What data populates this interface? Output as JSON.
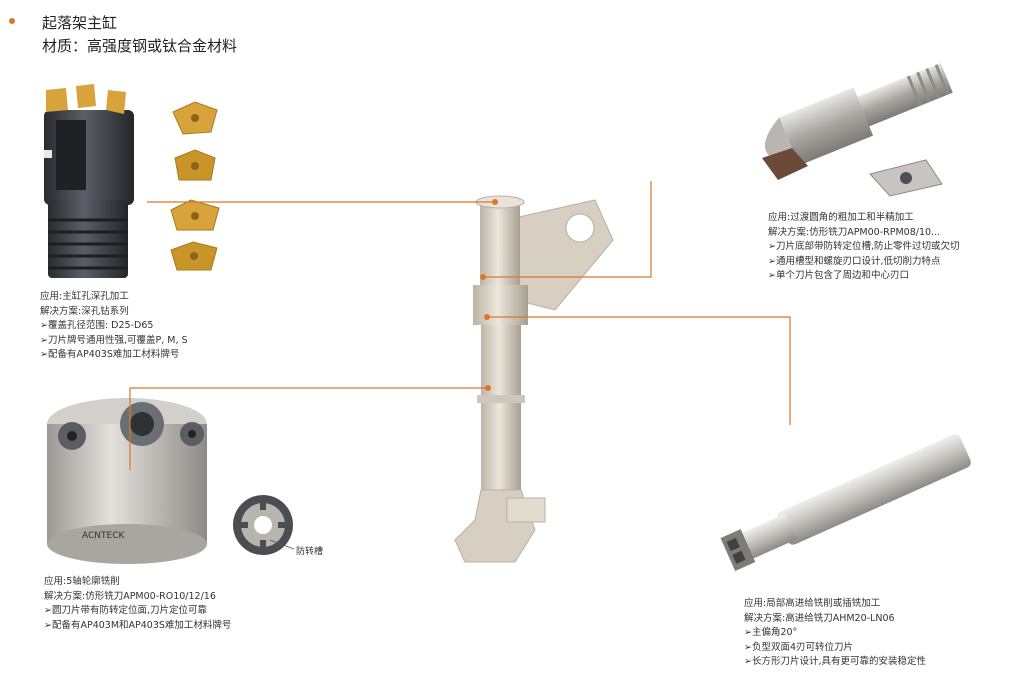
{
  "header": {
    "title": "起落架主缸",
    "subtitle": "材质：高强度钢或钛合金材料"
  },
  "colors": {
    "accent": "#d9782c",
    "steel": "#c9c5c0",
    "dark_steel": "#3a3d42",
    "insert_gold": "#d8a33a",
    "part_beige": "#d6cfc2"
  },
  "panels": {
    "drill": {
      "lines": [
        "应用:主缸孔深孔加工",
        "解决方案:深孔钻系列",
        "➢覆盖孔径范围: D25-D65",
        "➢刀片牌号通用性强,可覆盖P, M, S",
        "➢配备有AP403S难加工材料牌号"
      ]
    },
    "ballnose": {
      "lines": [
        "应用:过渡圆角的粗加工和半精加工",
        "解决方案:仿形铣刀APM00-RPM08/10...",
        "➢刀片底部带防转定位槽,防止零件过切或欠切",
        "➢通用槽型和螺旋刃口设计,低切削力特点",
        "➢单个刀片包含了周边和中心刃口"
      ]
    },
    "facemill": {
      "lines": [
        "应用:5轴轮廓铣削",
        "解决方案:仿形铣刀APM00-RO10/12/16",
        "➢圆刀片带有防转定位面,刀片定位可靠",
        "➢配备有AP403M和AP403S难加工材料牌号"
      ],
      "groove_label": "防转槽",
      "body_text": "ACNTECK"
    },
    "endmill": {
      "lines": [
        "应用:局部高进给铣削或插铣加工",
        "解决方案:高进给铣刀AHM20-LN06",
        "➢主偏角20°",
        "➢负型双面4刃可转位刀片",
        "➢长方形刀片设计,具有更可靠的安装稳定性"
      ]
    }
  }
}
